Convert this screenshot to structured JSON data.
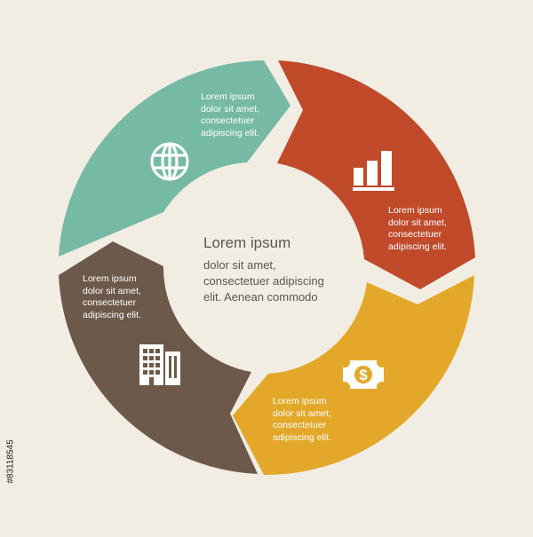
{
  "center": {
    "title": "Lorem ipsum",
    "lines": [
      "dolor sit amet,",
      "consectetuer adipiscing",
      "elit. Aenean commodo"
    ]
  },
  "segments": [
    {
      "name": "teal",
      "color": "#76b9a5",
      "icon": "globe-icon",
      "lines": [
        "Lorem ipsum",
        "dolor sit amet,",
        "consectetuer",
        "adipiscing elit."
      ]
    },
    {
      "name": "red",
      "color": "#c04a2a",
      "icon": "bar-chart-icon",
      "lines": [
        "Lorem ipsum",
        "dolor sit amet,",
        "consectetuer",
        "adipiscing elit."
      ]
    },
    {
      "name": "yellow",
      "color": "#e3a829",
      "icon": "dollar-bill-icon",
      "lines": [
        "Lorem ipsum",
        "dolor sit amet,",
        "consectetuer",
        "adipiscing elit."
      ]
    },
    {
      "name": "brown",
      "color": "#6c5949",
      "icon": "office-buildings-icon",
      "lines": [
        "Lorem ipsum",
        "dolor sit amet,",
        "consectetuer",
        "adipiscing elit."
      ]
    }
  ],
  "background_color": "#f1ede3",
  "center_text_color": "#5a5756",
  "stock_id": "#83118545"
}
